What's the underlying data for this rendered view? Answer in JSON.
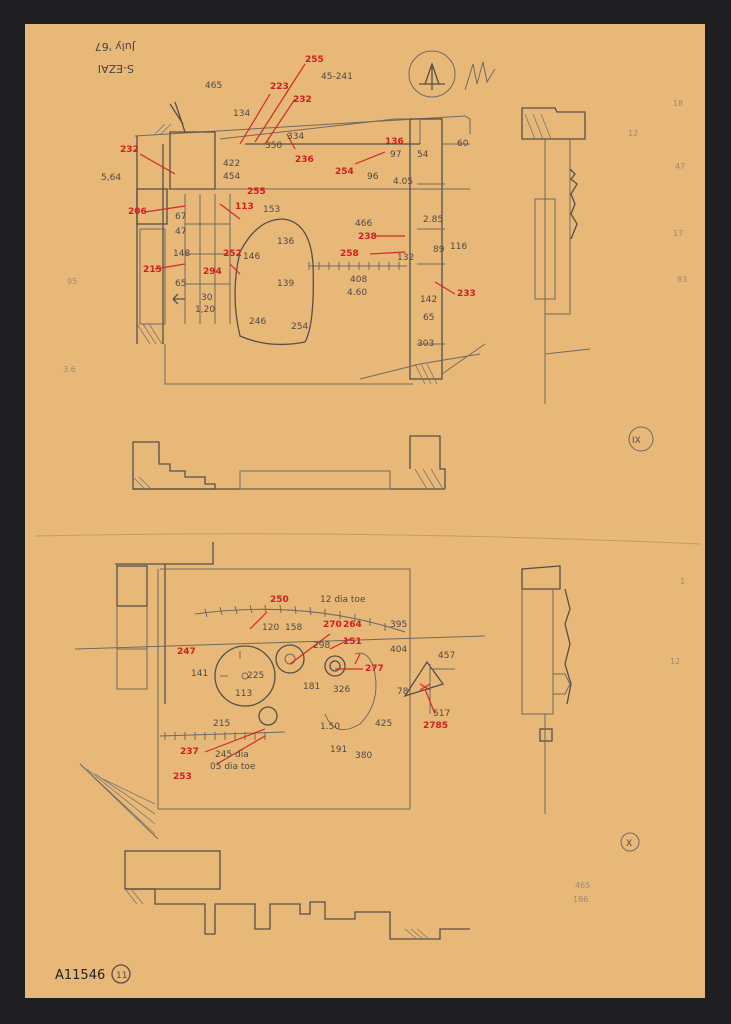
{
  "header": {
    "date": "July '67",
    "site_code": "S-EZAI"
  },
  "plan_markers": {
    "upper": "IX",
    "lower": "X"
  },
  "catalog": {
    "number": "A11546",
    "sheet": "11"
  },
  "upper_labels": {
    "red": [
      "232",
      "223",
      "255",
      "232",
      "236",
      "136",
      "254",
      "206",
      "215",
      "238",
      "258",
      "233",
      "255",
      "294",
      "252",
      "113"
    ],
    "black": [
      "465",
      "134",
      "45-241",
      "334",
      "350",
      "422",
      "454",
      "5,64",
      "60",
      "54",
      "97",
      "4.05",
      "96",
      "466",
      "2.85",
      "116",
      "89",
      "132",
      "408",
      "4.60",
      "142",
      "65",
      "303",
      "153",
      "136",
      "146",
      "139",
      "246",
      "254",
      "148",
      "67",
      "65",
      "47",
      "30",
      "1,20"
    ]
  },
  "lower_labels": {
    "red": [
      "250",
      "247",
      "270",
      "264",
      "151",
      "277",
      "237",
      "253",
      "2785"
    ],
    "black": [
      "12 dia toe",
      "120",
      "158",
      "395",
      "404",
      "457",
      "141",
      "113",
      "225",
      "298",
      "326",
      "78",
      "517",
      "425",
      "215",
      "245 dia",
      "05 dia toe",
      "380",
      "191",
      "181",
      "1.50"
    ]
  },
  "margin_notes": {
    "right": [
      "18",
      "12",
      "47",
      "17",
      "83",
      "1",
      "12"
    ],
    "left": [
      "95",
      "3.6"
    ],
    "bottom": [
      "465",
      "186"
    ]
  }
}
